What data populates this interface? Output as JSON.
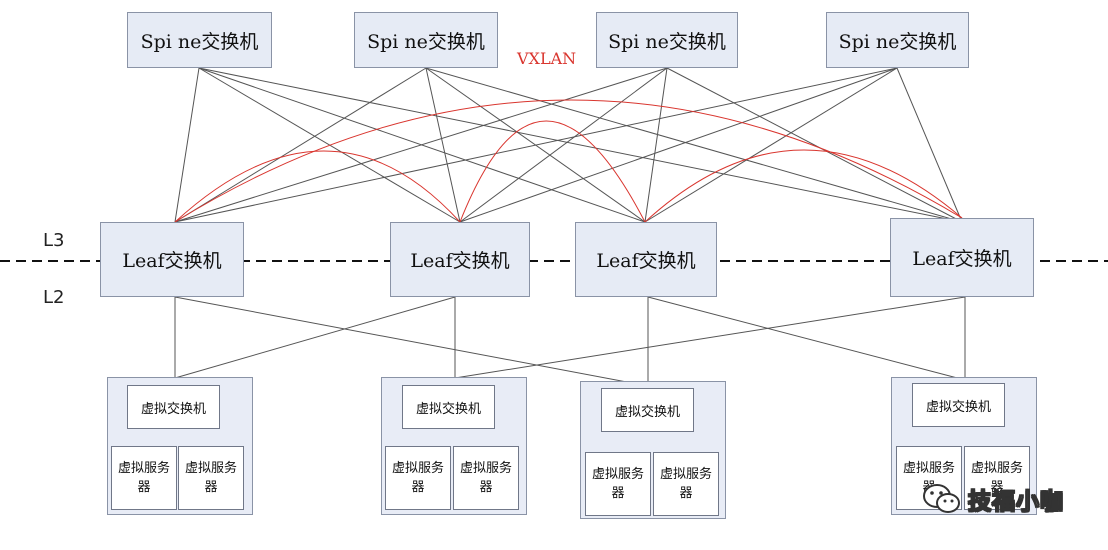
{
  "spine_switches": [
    "Spi ne交换机",
    "Spi ne交换机",
    "Spi ne交换机",
    "Spi ne交换机"
  ],
  "leaf_switches": [
    "Leaf交换机",
    "Leaf交换机",
    "Leaf交换机",
    "Leaf交换机"
  ],
  "layers": {
    "l3": "L3",
    "l2": "L2"
  },
  "overlay_label": "VXLAN",
  "racks": [
    {
      "vswitch": "虚拟交换机",
      "servers": [
        "虚拟服务器",
        "虚拟服务器"
      ]
    },
    {
      "vswitch": "虚拟交换机",
      "servers": [
        "虚拟服务器",
        "虚拟服务器"
      ]
    },
    {
      "vswitch": "虚拟交换机",
      "servers": [
        "虚拟服务器",
        "虚拟服务器"
      ]
    },
    {
      "vswitch": "虚拟交换机",
      "servers": [
        "虚拟服务器",
        "虚拟服务器"
      ]
    }
  ],
  "watermark": {
    "text": "技福小咖",
    "icon": "wechat-icon"
  },
  "colors": {
    "box_fill": "#e6ebf5",
    "vxlan": "#d9352e",
    "line": "#555555"
  }
}
